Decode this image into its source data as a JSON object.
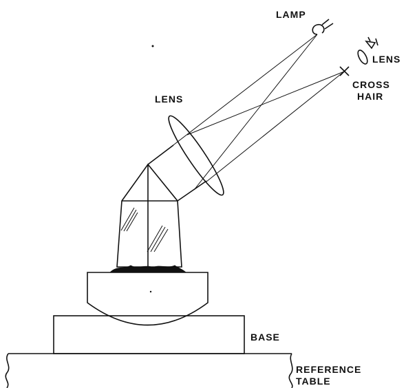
{
  "labels": {
    "lamp": "LAMP",
    "lens_top": "LENS",
    "lens_main": "LENS",
    "cross_line1": "CROSS",
    "cross_line2": "HAIR",
    "base": "BASE",
    "table_line1": "REFERENCE",
    "table_line2": "TABLE"
  },
  "colors": {
    "ink": "#111111",
    "background": "#ffffff"
  }
}
